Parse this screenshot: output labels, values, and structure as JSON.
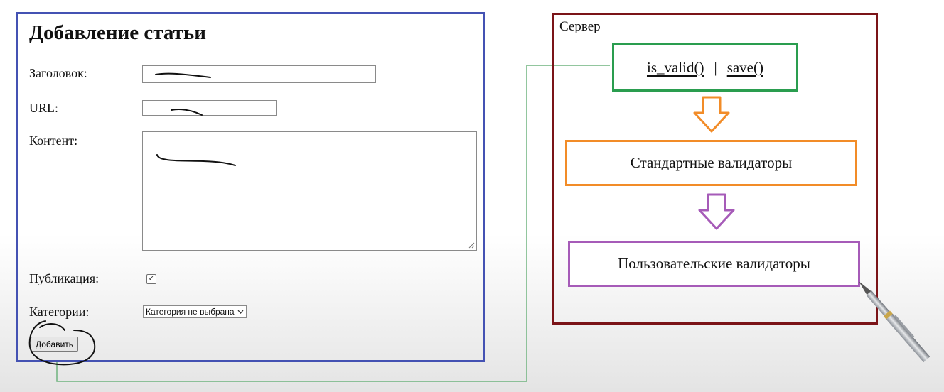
{
  "form": {
    "title": "Добавление статьи",
    "title_label": "Заголовок:",
    "url_label": "URL:",
    "content_label": "Контент:",
    "publish_label": "Публикация:",
    "publish_checked": true,
    "category_label": "Категории:",
    "category_selected": "Категория не выбрана",
    "submit_label": "Добавить"
  },
  "server": {
    "label": "Сервер",
    "method_is_valid": "is_valid()",
    "separator": "|",
    "method_save": "save()",
    "standard_validators": "Стандартные валидаторы",
    "custom_validators": "Пользовательские валидаторы"
  },
  "colors": {
    "form_border": "#4452b3",
    "server_border": "#7b1418",
    "methods_border": "#2a9d4f",
    "standard_border": "#f28c28",
    "custom_border": "#a65bb8",
    "connector_line": "#6fb37e"
  }
}
